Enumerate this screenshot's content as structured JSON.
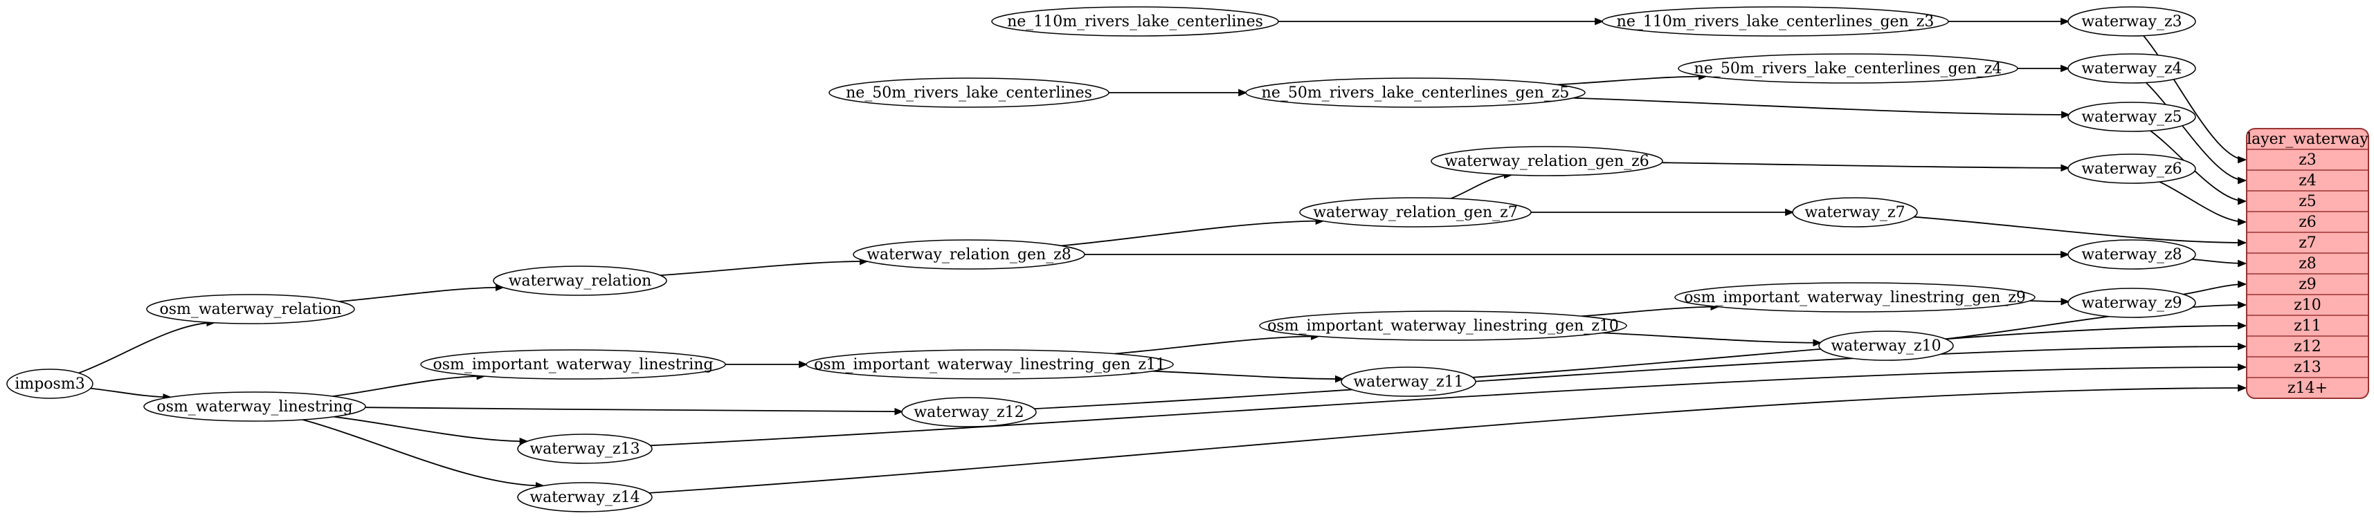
{
  "diagram": {
    "nodes": {
      "imposm3": "imposm3",
      "osm_waterway_relation": "osm_waterway_relation",
      "osm_waterway_linestring": "osm_waterway_linestring",
      "waterway_relation": "waterway_relation",
      "waterway_relation_gen_z8": "waterway_relation_gen_z8",
      "waterway_relation_gen_z7": "waterway_relation_gen_z7",
      "waterway_relation_gen_z6": "waterway_relation_gen_z6",
      "osm_important_waterway_linestring": "osm_important_waterway_linestring",
      "osm_important_waterway_linestring_gen_z11": "osm_important_waterway_linestring_gen_z11",
      "osm_important_waterway_linestring_gen_z10": "osm_important_waterway_linestring_gen_z10",
      "osm_important_waterway_linestring_gen_z9": "osm_important_waterway_linestring_gen_z9",
      "ne_110m_rivers_lake_centerlines": "ne_110m_rivers_lake_centerlines",
      "ne_110m_rivers_lake_centerlines_gen_z3": "ne_110m_rivers_lake_centerlines_gen_z3",
      "ne_50m_rivers_lake_centerlines": "ne_50m_rivers_lake_centerlines",
      "ne_50m_rivers_lake_centerlines_gen_z5": "ne_50m_rivers_lake_centerlines_gen_z5",
      "ne_50m_rivers_lake_centerlines_gen_z4": "ne_50m_rivers_lake_centerlines_gen_z4",
      "waterway_z3": "waterway_z3",
      "waterway_z4": "waterway_z4",
      "waterway_z5": "waterway_z5",
      "waterway_z6": "waterway_z6",
      "waterway_z7": "waterway_z7",
      "waterway_z8": "waterway_z8",
      "waterway_z9": "waterway_z9",
      "waterway_z10": "waterway_z10",
      "waterway_z11": "waterway_z11",
      "waterway_z12": "waterway_z12",
      "waterway_z13": "waterway_z13",
      "waterway_z14": "waterway_z14"
    },
    "table": {
      "title": "layer_waterway",
      "rows": [
        "z3",
        "z4",
        "z5",
        "z6",
        "z7",
        "z8",
        "z9",
        "z10",
        "z11",
        "z12",
        "z13",
        "z14+"
      ]
    },
    "edges": [
      {
        "from": "imposm3",
        "to": "osm_waterway_relation"
      },
      {
        "from": "imposm3",
        "to": "osm_waterway_linestring"
      },
      {
        "from": "osm_waterway_relation",
        "to": "waterway_relation"
      },
      {
        "from": "waterway_relation",
        "to": "waterway_relation_gen_z8"
      },
      {
        "from": "waterway_relation_gen_z8",
        "to": "waterway_relation_gen_z7"
      },
      {
        "from": "waterway_relation_gen_z8",
        "to": "waterway_z8"
      },
      {
        "from": "waterway_relation_gen_z7",
        "to": "waterway_relation_gen_z6"
      },
      {
        "from": "waterway_relation_gen_z7",
        "to": "waterway_z7"
      },
      {
        "from": "waterway_relation_gen_z6",
        "to": "waterway_z6"
      },
      {
        "from": "ne_110m_rivers_lake_centerlines",
        "to": "ne_110m_rivers_lake_centerlines_gen_z3"
      },
      {
        "from": "ne_110m_rivers_lake_centerlines_gen_z3",
        "to": "waterway_z3"
      },
      {
        "from": "ne_50m_rivers_lake_centerlines",
        "to": "ne_50m_rivers_lake_centerlines_gen_z5"
      },
      {
        "from": "ne_50m_rivers_lake_centerlines_gen_z5",
        "to": "ne_50m_rivers_lake_centerlines_gen_z4"
      },
      {
        "from": "ne_50m_rivers_lake_centerlines_gen_z5",
        "to": "waterway_z5"
      },
      {
        "from": "ne_50m_rivers_lake_centerlines_gen_z4",
        "to": "waterway_z4"
      },
      {
        "from": "osm_waterway_linestring",
        "to": "osm_important_waterway_linestring"
      },
      {
        "from": "osm_waterway_linestring",
        "to": "waterway_z12"
      },
      {
        "from": "osm_waterway_linestring",
        "to": "waterway_z13"
      },
      {
        "from": "osm_waterway_linestring",
        "to": "waterway_z14"
      },
      {
        "from": "osm_important_waterway_linestring",
        "to": "osm_important_waterway_linestring_gen_z11"
      },
      {
        "from": "osm_important_waterway_linestring_gen_z11",
        "to": "osm_important_waterway_linestring_gen_z10"
      },
      {
        "from": "osm_important_waterway_linestring_gen_z11",
        "to": "waterway_z11"
      },
      {
        "from": "osm_important_waterway_linestring_gen_z10",
        "to": "osm_important_waterway_linestring_gen_z9"
      },
      {
        "from": "osm_important_waterway_linestring_gen_z10",
        "to": "waterway_z10"
      },
      {
        "from": "osm_important_waterway_linestring_gen_z9",
        "to": "waterway_z9"
      },
      {
        "from": "waterway_z3",
        "to": "layer_waterway",
        "port": "z3"
      },
      {
        "from": "waterway_z4",
        "to": "layer_waterway",
        "port": "z4"
      },
      {
        "from": "waterway_z5",
        "to": "layer_waterway",
        "port": "z5"
      },
      {
        "from": "waterway_z6",
        "to": "layer_waterway",
        "port": "z6"
      },
      {
        "from": "waterway_z7",
        "to": "layer_waterway",
        "port": "z7"
      },
      {
        "from": "waterway_z8",
        "to": "layer_waterway",
        "port": "z8"
      },
      {
        "from": "waterway_z9",
        "to": "layer_waterway",
        "port": "z9"
      },
      {
        "from": "waterway_z10",
        "to": "layer_waterway",
        "port": "z10"
      },
      {
        "from": "waterway_z11",
        "to": "layer_waterway",
        "port": "z11"
      },
      {
        "from": "waterway_z12",
        "to": "layer_waterway",
        "port": "z12"
      },
      {
        "from": "waterway_z13",
        "to": "layer_waterway",
        "port": "z13"
      },
      {
        "from": "waterway_z14",
        "to": "layer_waterway",
        "port": "z14+"
      }
    ],
    "colors": {
      "background": "#ffffff",
      "node_fill": "#ffffff",
      "node_stroke": "#000000",
      "edge": "#000000",
      "text": "#000000",
      "table_fill": "#ffb0b0",
      "table_stroke": "#993333"
    }
  }
}
